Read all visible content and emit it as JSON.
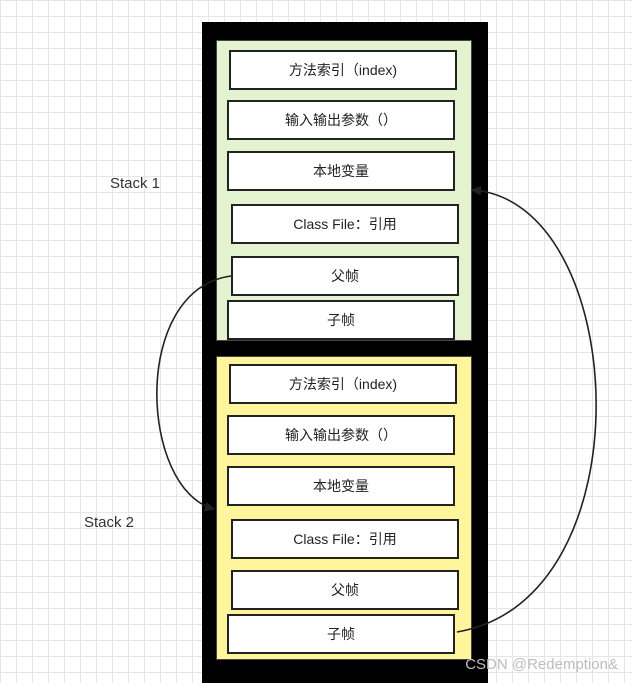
{
  "stacks": [
    {
      "label": "Stack 1",
      "fill_color": "#e3f3cf",
      "fields": [
        "方法索引（index)",
        "输入输出参数（）",
        "本地变量",
        "Class File：引用",
        "父帧",
        "子帧"
      ]
    },
    {
      "label": "Stack 2",
      "fill_color": "#fff59d",
      "fields": [
        "方法索引（index)",
        "输入输出参数（）",
        "本地变量",
        "Class File：引用",
        "父帧",
        "子帧"
      ]
    }
  ],
  "connections": [
    {
      "from": "Stack 1 父帧",
      "to": "Stack 2"
    },
    {
      "from": "Stack 2 子帧",
      "to": "Stack 1 本地变量"
    }
  ],
  "watermark": "CSDN @Redemption&"
}
